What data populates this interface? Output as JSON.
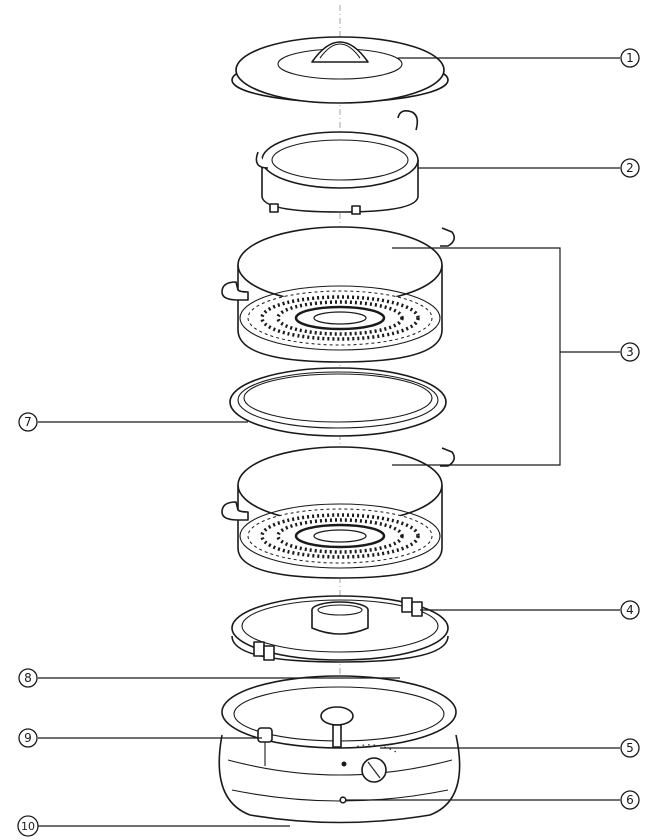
{
  "callouts": [
    {
      "id": "1",
      "label": "1"
    },
    {
      "id": "2",
      "label": "2"
    },
    {
      "id": "3",
      "label": "3"
    },
    {
      "id": "4",
      "label": "4"
    },
    {
      "id": "5",
      "label": "5"
    },
    {
      "id": "6",
      "label": "6"
    },
    {
      "id": "7",
      "label": "7"
    },
    {
      "id": "8",
      "label": "8"
    },
    {
      "id": "9",
      "label": "9"
    },
    {
      "id": "10",
      "label": "10"
    }
  ],
  "colors": {
    "line": "#1a1a1a",
    "background": "#ffffff",
    "axis": "#9a9a9a"
  }
}
